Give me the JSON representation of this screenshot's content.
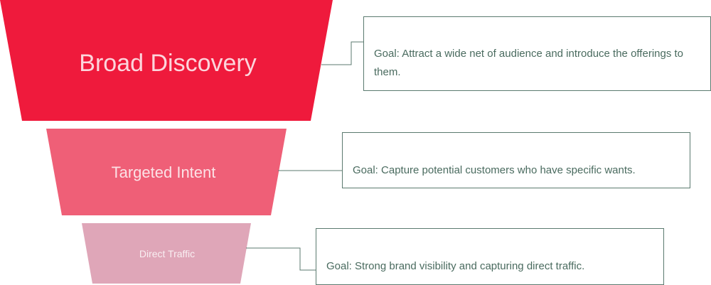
{
  "funnel": {
    "stages": [
      {
        "label": "Broad Discovery",
        "goal": "Goal: Attract a wide net of audience and introduce the offerings to them.",
        "color": "#ef1a3c"
      },
      {
        "label": "Targeted Intent",
        "goal": "Goal: Capture potential customers who have specific wants.",
        "color": "#ef5f77"
      },
      {
        "label": "Direct Traffic",
        "goal": "Goal: Strong brand visibility and capturing direct traffic.",
        "color": "#dfa6b8"
      }
    ],
    "connector_color": "#5b7a6f"
  }
}
